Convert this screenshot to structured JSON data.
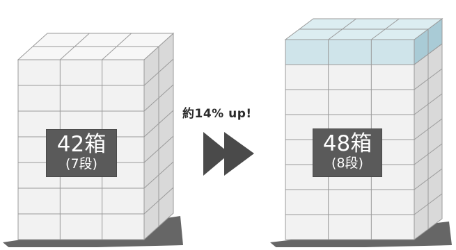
{
  "comparison": {
    "before": {
      "count": "42箱",
      "tiers": "(7段)",
      "tier_count": 7,
      "added_tiers": 0
    },
    "after": {
      "count": "48箱",
      "tiers": "(8段)",
      "tier_count": 8,
      "added_tiers": 1
    },
    "increase_label": "約14% up!"
  },
  "colors": {
    "box_front": "#f2f2f2",
    "box_side": "#d9d9d9",
    "box_top": "#f7f7f7",
    "added_front": "#cfe4ea",
    "added_side": "#a9cbd6",
    "added_top": "#dcedf1",
    "grid_line": "#9a9a9a",
    "pallet": "#666666",
    "arrow": "#4a4a4a",
    "label_bg": "#5a5a5a"
  },
  "icons": {
    "arrow": "double-chevron-right-icon",
    "pallet": "pallet-shadow"
  }
}
